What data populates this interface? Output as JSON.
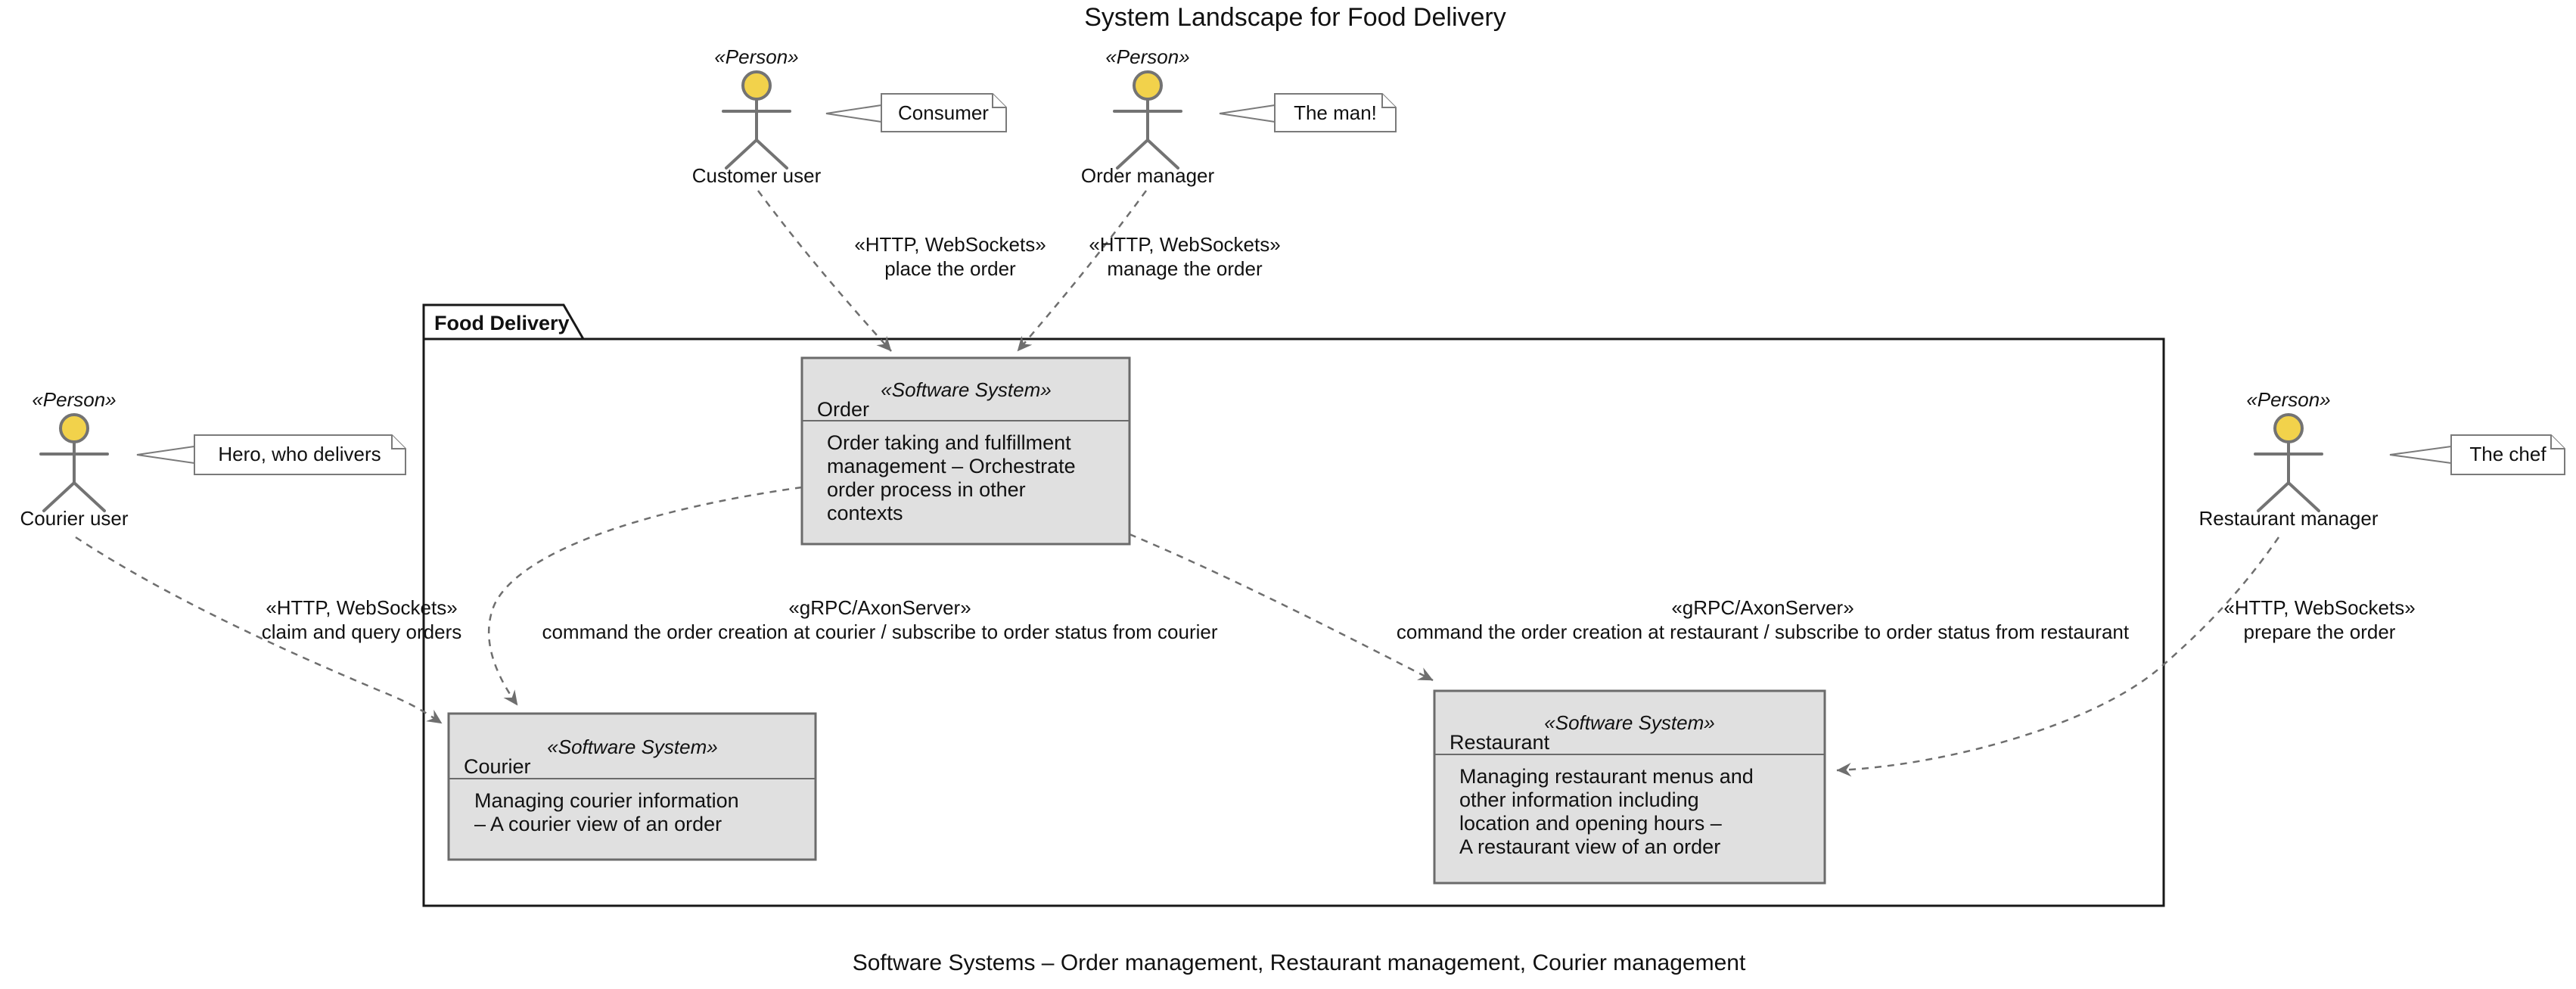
{
  "title": "System Landscape for Food Delivery",
  "caption": "Software Systems – Order management, Restaurant management, Courier management",
  "frame": {
    "label": "Food Delivery"
  },
  "actors": {
    "customer": {
      "stereotype": "«Person»",
      "name": "Customer user",
      "note": "Consumer"
    },
    "order_manager": {
      "stereotype": "«Person»",
      "name": "Order manager",
      "note": "The man!"
    },
    "courier": {
      "stereotype": "«Person»",
      "name": "Courier user",
      "note": "Hero, who delivers"
    },
    "restaurant_manager": {
      "stereotype": "«Person»",
      "name": "Restaurant manager",
      "note": "The chef"
    }
  },
  "systems": {
    "order": {
      "stereotype": "«Software System»",
      "name": "Order",
      "description_lines": [
        "Order taking and fulfillment",
        "management – Orchestrate",
        "order process in other",
        "contexts"
      ]
    },
    "courier": {
      "stereotype": "«Software System»",
      "name": "Courier",
      "description_lines": [
        "Managing courier information",
        "– A courier view of an order"
      ]
    },
    "restaurant": {
      "stereotype": "«Software System»",
      "name": "Restaurant",
      "description_lines": [
        "Managing restaurant menus and",
        "other information including",
        "location and opening hours –",
        "A restaurant view of an order"
      ]
    }
  },
  "edges": {
    "place_order": {
      "protocol": "«HTTP, WebSockets»",
      "label": "place the order"
    },
    "manage_order": {
      "protocol": "«HTTP, WebSockets»",
      "label": "manage the order"
    },
    "claim_orders": {
      "protocol": "«HTTP, WebSockets»",
      "label": "claim and query orders"
    },
    "order_courier": {
      "protocol": "«gRPC/AxonServer»",
      "label": "command the order creation at courier / subscribe to order status from courier"
    },
    "order_restaurant": {
      "protocol": "«gRPC/AxonServer»",
      "label": "command the order creation at restaurant / subscribe to order status from restaurant"
    },
    "prepare_order": {
      "protocol": "«HTTP, WebSockets»",
      "label": "prepare the order"
    }
  },
  "colors": {
    "background": "#FFFFFF",
    "text_color": "#111111",
    "frame_border": "#181818",
    "box_fill": "#E0E0E0",
    "box_border": "#6B6B6B",
    "actor_color": "#737373",
    "actor_head": "#F2D24B",
    "edge_color": "#6E6E6E",
    "note_border": "#7A7A7A"
  }
}
